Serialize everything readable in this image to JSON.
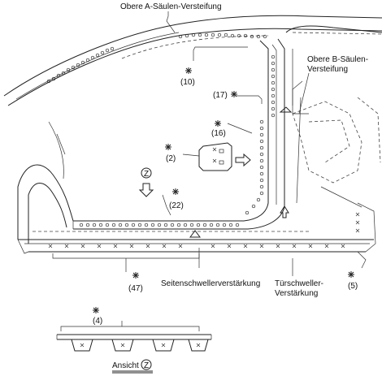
{
  "labels": {
    "obere_a_saeulen": "Obere A-Säulen-Versteifung",
    "obere_b_saeulen_1": "Obere B-Säulen-",
    "obere_b_saeulen_2": "Versteifung",
    "seitenschweller": "Seitenschwellerverstärkung",
    "tuerschweller_1": "Türschweller-",
    "tuerschweller_2": "Verstärkung",
    "ansicht": "Ansicht",
    "view_letter": "Z"
  },
  "callouts": {
    "c10": "(10)",
    "c17": "(17)",
    "c16": "(16)",
    "c2": "(2)",
    "c22": "(22)",
    "c47": "(47)",
    "c5": "(5)",
    "c4": "(4)"
  }
}
